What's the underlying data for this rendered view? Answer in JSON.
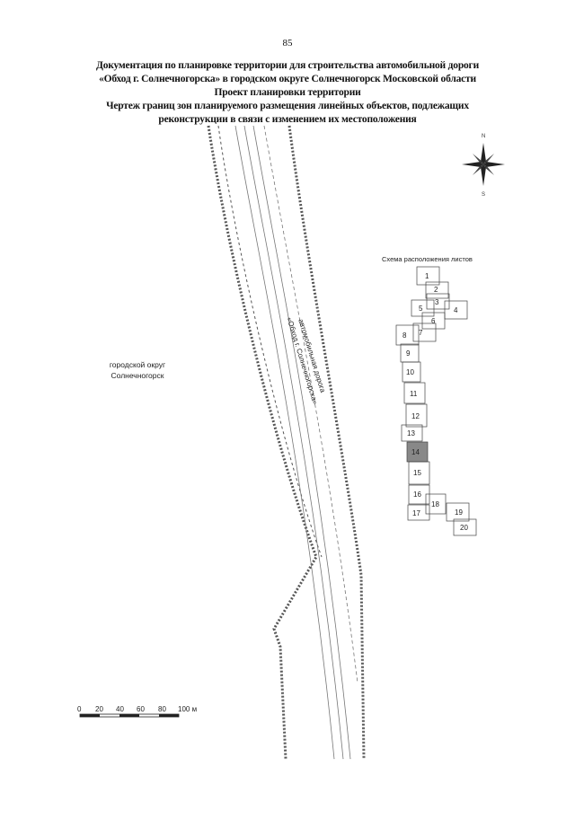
{
  "page_number": "85",
  "title_lines": [
    "Документация по планировке территории для строительства автомобильной дороги",
    "«Обход г. Солнечногорска» в городском округе Солнечногорск Московской области",
    "Проект планировки территории",
    "Чертеж границ зон планируемого размещения линейных объектов, подлежащих",
    "реконструкции в связи с изменением их местоположения"
  ],
  "map": {
    "district_label_line1": "городской округ",
    "district_label_line2": "Солнечногорск",
    "road_label_line1": "автомобильная дорога",
    "road_label_line2": "«Обход г. Солнечногорска»",
    "north_letter": "N",
    "south_letter": "S",
    "compass_icon": "compass-rose-icon"
  },
  "sheet_scheme": {
    "title": "Схема расположения листов",
    "sheets": [
      "1",
      "2",
      "3",
      "4",
      "5",
      "6",
      "7",
      "8",
      "9",
      "10",
      "11",
      "12",
      "13",
      "14",
      "15",
      "16",
      "17",
      "18",
      "19",
      "20"
    ],
    "highlighted_sheet": "14"
  },
  "scale_bar": {
    "labels": [
      "0",
      "20",
      "40",
      "60",
      "80",
      "100 м"
    ]
  }
}
